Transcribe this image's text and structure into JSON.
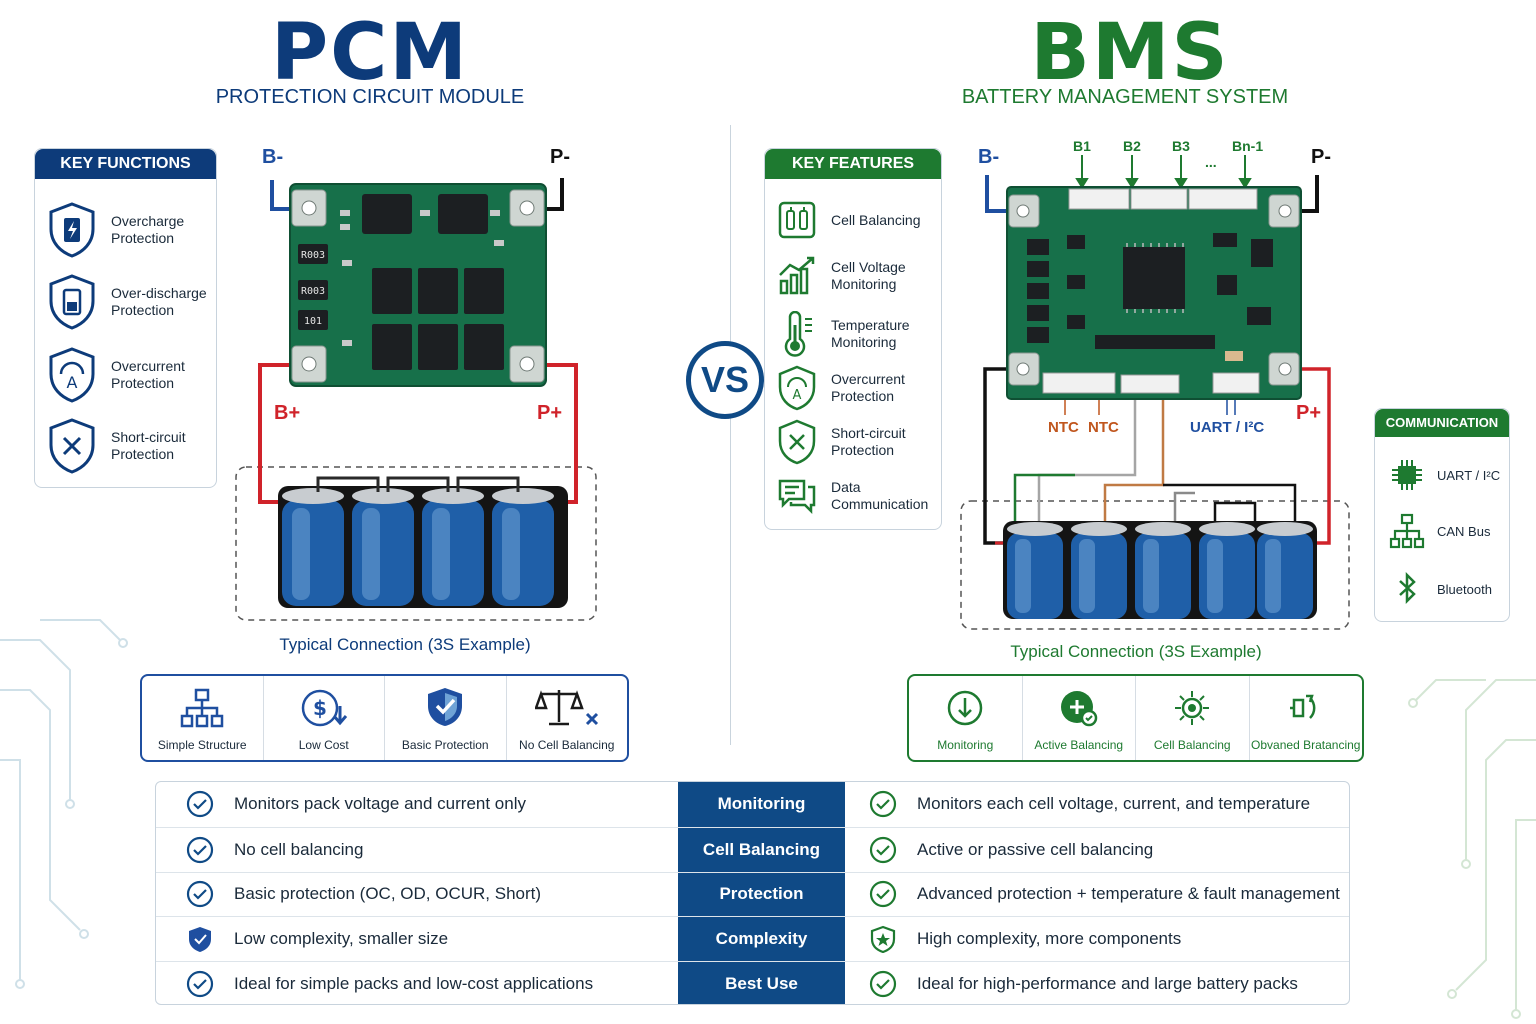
{
  "pcm": {
    "title": "PCM",
    "subtitle": "PROTECTION CIRCUIT MODULE",
    "color": "#0d3b7a",
    "key_functions_title": "KEY FUNCTIONS",
    "key_functions": [
      {
        "label": "Overcharge\nProtection",
        "icon": "shield-bolt-icon"
      },
      {
        "label": "Over-discharge\nProtection",
        "icon": "shield-battery-icon"
      },
      {
        "label": "Overcurrent\nProtection",
        "icon": "shield-a-icon"
      },
      {
        "label": "Short-circuit\nProtection",
        "icon": "shield-x-icon"
      }
    ],
    "ports": {
      "b_minus": "B-",
      "p_minus": "P-",
      "b_plus": "B+",
      "p_plus": "P+"
    },
    "board_labels": [
      "R003",
      "R003",
      "101"
    ],
    "connection_title": "Typical Connection (3S Example)",
    "benefits": [
      {
        "label": "Simple Structure",
        "icon": "hierarchy-icon"
      },
      {
        "label": "Low Cost",
        "icon": "dollar-down-icon"
      },
      {
        "label": "Basic Protection",
        "icon": "shield-check-icon"
      },
      {
        "label": "No Cell Balancing",
        "icon": "scale-x-icon"
      }
    ]
  },
  "vs_label": "VS",
  "bms": {
    "title": "BMS",
    "subtitle": "BATTERY MANAGEMENT SYSTEM",
    "color": "#1e7a30",
    "key_features_title": "KEY FEATURES",
    "key_features": [
      {
        "label": "Cell Balancing",
        "icon": "cell-balancing-icon"
      },
      {
        "label": "Cell Voltage\nMonitoring",
        "icon": "bar-chart-icon"
      },
      {
        "label": "Temperature\nMonitoring",
        "icon": "thermometer-icon"
      },
      {
        "label": "Overcurrent\nProtection",
        "icon": "shield-a-icon"
      },
      {
        "label": "Short-circuit\nProtection",
        "icon": "shield-x-icon"
      },
      {
        "label": "Data\nCommunication",
        "icon": "chat-icon"
      }
    ],
    "ports": {
      "b_minus": "B-",
      "p_minus": "P-",
      "p_plus": "P+"
    },
    "balance_labels": [
      "B1",
      "B2",
      "B3",
      "...",
      "Bn-1"
    ],
    "ntc_labels": [
      "NTC",
      "NTC"
    ],
    "uart_label": "UART / I²C",
    "connection_title": "Typical Connection (3S Example)",
    "communication_title": "COMMUNICATION",
    "communication": [
      {
        "label": "UART / I²C",
        "icon": "chip-icon"
      },
      {
        "label": "CAN Bus",
        "icon": "network-icon"
      },
      {
        "label": "Bluetooth",
        "icon": "bluetooth-icon"
      }
    ],
    "benefits": [
      {
        "label": "Monitoring",
        "icon": "monitor-icon"
      },
      {
        "label": "Active Balancing",
        "icon": "active-balancing-icon"
      },
      {
        "label": "Cell Balancing",
        "icon": "cell-chip-icon"
      },
      {
        "label": "Obvaned Bratancing",
        "icon": "balance-arrows-icon"
      }
    ]
  },
  "comparison": [
    {
      "category": "Monitoring",
      "pcm": "Monitors pack voltage and current only",
      "bms": "Monitors each cell voltage, current, and temperature"
    },
    {
      "category": "Cell Balancing",
      "pcm": "No cell balancing",
      "bms": "Active or passive cell balancing"
    },
    {
      "category": "Protection",
      "pcm": "Basic protection (OC, OD, OCUR, Short)",
      "bms": "Advanced protection + temperature & fault management"
    },
    {
      "category": "Complexity",
      "pcm": "Low complexity, smaller size",
      "bms": "High complexity, more components"
    },
    {
      "category": "Best Use",
      "pcm": "Ideal for simple packs and low-cost applications",
      "bms": "Ideal for high-performance and large battery packs"
    }
  ]
}
